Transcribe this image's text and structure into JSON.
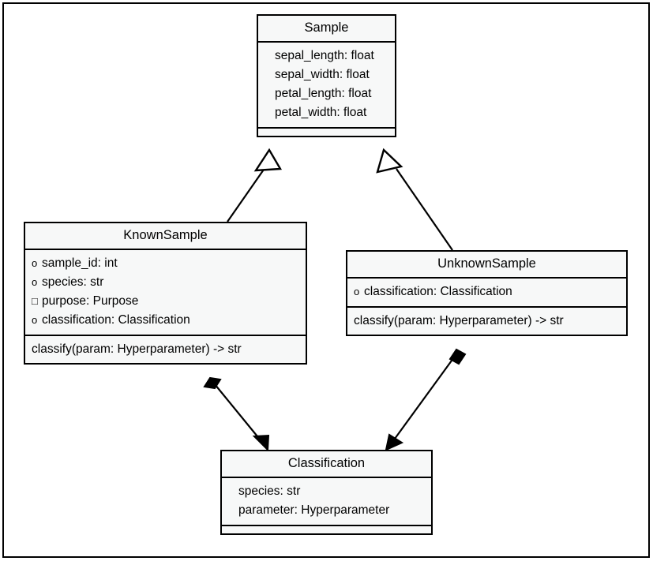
{
  "diagram": {
    "type": "uml-class-diagram",
    "background_color": "#ffffff",
    "border_color": "#000000",
    "class_fill_color": "#f7f8f8",
    "text_color": "#000000"
  },
  "classes": {
    "sample": {
      "name": "Sample",
      "attributes": [
        {
          "marker": "",
          "text": "sepal_length: float"
        },
        {
          "marker": "",
          "text": "sepal_width: float"
        },
        {
          "marker": "",
          "text": "petal_length: float"
        },
        {
          "marker": "",
          "text": "petal_width: float"
        }
      ],
      "operations": []
    },
    "known_sample": {
      "name": "KnownSample",
      "attributes": [
        {
          "marker": "o",
          "text": "sample_id: int"
        },
        {
          "marker": "o",
          "text": "species: str"
        },
        {
          "marker": "□",
          "text": "purpose: Purpose"
        },
        {
          "marker": "o",
          "text": "classification: Classification"
        }
      ],
      "operations": [
        {
          "text": "classify(param: Hyperparameter) -> str"
        }
      ]
    },
    "unknown_sample": {
      "name": "UnknownSample",
      "attributes": [
        {
          "marker": "o",
          "text": "classification: Classification"
        }
      ],
      "operations": [
        {
          "text": "classify(param: Hyperparameter) -> str"
        }
      ]
    },
    "classification": {
      "name": "Classification",
      "attributes": [
        {
          "marker": "",
          "text": "species: str"
        },
        {
          "marker": "",
          "text": "parameter: Hyperparameter"
        }
      ],
      "operations": []
    }
  },
  "relationships": [
    {
      "id": "known-sample-generalization",
      "kind": "generalization",
      "from": "KnownSample",
      "to": "Sample",
      "arrowhead": "hollow-triangle"
    },
    {
      "id": "unknown-sample-generalization",
      "kind": "generalization",
      "from": "UnknownSample",
      "to": "Sample",
      "arrowhead": "hollow-triangle"
    },
    {
      "id": "known-sample-classification-composition",
      "kind": "composition",
      "from": "KnownSample",
      "to": "Classification",
      "source_decoration": "filled-diamond",
      "arrowhead": "filled-arrow"
    },
    {
      "id": "unknown-sample-classification-composition",
      "kind": "composition",
      "from": "UnknownSample",
      "to": "Classification",
      "source_decoration": "filled-diamond",
      "arrowhead": "filled-arrow"
    }
  ]
}
